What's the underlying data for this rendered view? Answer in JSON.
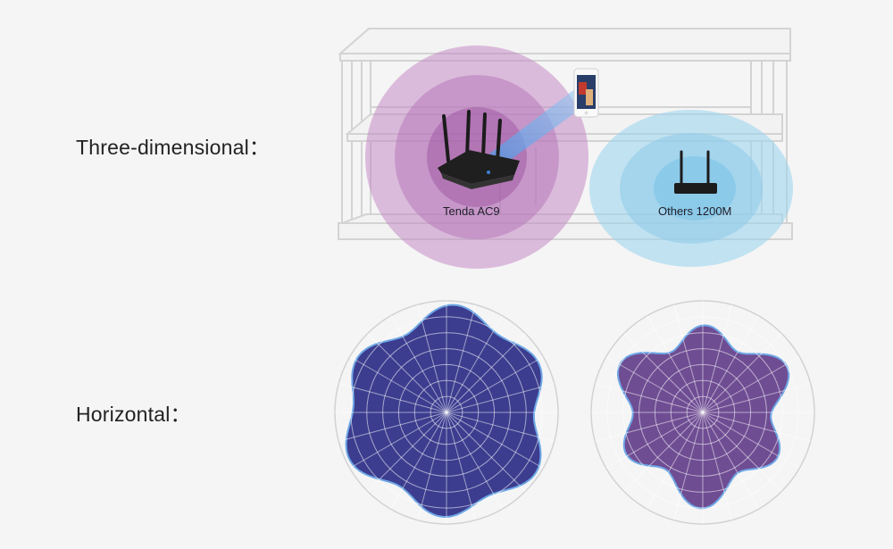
{
  "labels": {
    "three_dimensional": "Three-dimensional：",
    "horizontal": "Horizontal："
  },
  "routers": {
    "left_name": "Tenda AC9",
    "right_name": "Others 1200M"
  },
  "colors": {
    "background": "#f5f5f5",
    "tenda_coverage": "#c48bc4",
    "others_coverage": "#9fd6ee",
    "tenda_pattern": "#3c3d8f",
    "others_pattern": "#6f4d93",
    "signal_beam": "#5aa8e8",
    "furniture_line": "#d6d6d6"
  },
  "icons": {
    "router": "router-icon",
    "phone": "phone-icon"
  }
}
